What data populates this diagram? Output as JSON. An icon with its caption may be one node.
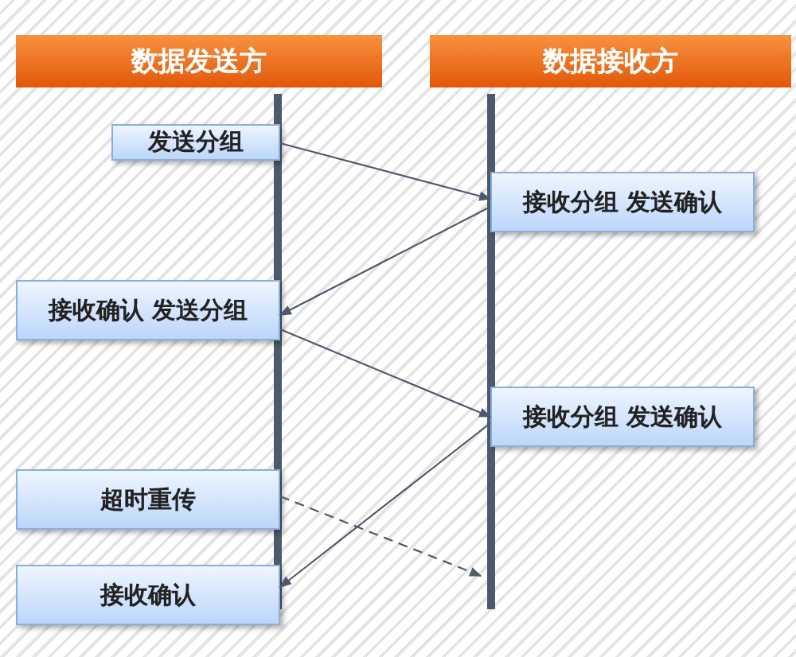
{
  "diagram": {
    "nodes": [
      {
        "text": [
          "数据发送方"
        ]
      },
      {
        "text": [
          "数据接收方"
        ]
      },
      {
        "text": [
          "发送分组"
        ]
      },
      {
        "text": [
          "接收分组 发送确认"
        ]
      },
      {
        "text": [
          "接收确认 发送分组"
        ]
      },
      {
        "text": [
          "接收分组 发送确认"
        ]
      },
      {
        "text": [
          "超时重传"
        ]
      },
      {
        "text": [
          "接收确认"
        ]
      }
    ],
    "edges": [
      {
        "from": 2,
        "to": 3,
        "arrow": "to"
      },
      {
        "from": 3,
        "to": 4,
        "arrow": "to"
      },
      {
        "from": 4,
        "to": 5,
        "arrow": "to"
      },
      {
        "from": 5,
        "to": 7,
        "arrow": "to"
      },
      {
        "from": 6,
        "to": null,
        "arrow": "to",
        "style": "dashed"
      }
    ]
  }
}
